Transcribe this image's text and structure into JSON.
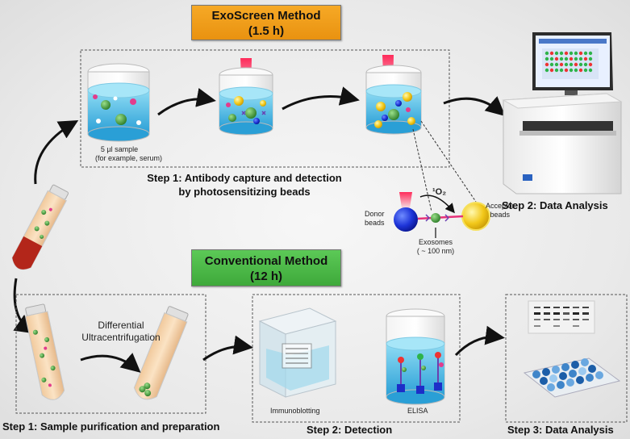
{
  "exoscreen": {
    "title": "ExoScreen Method",
    "time": "(1.5 h)"
  },
  "conventional": {
    "title": "Conventional Method",
    "time": "(12 h)"
  },
  "exo_steps": {
    "sample_label_1": "5 µl sample",
    "sample_label_2": "(for example, serum)",
    "step1_line1": "Step 1: Antibody capture and detection",
    "step1_line2": "by photosensitizing beads",
    "step2": "Step 2: Data Analysis"
  },
  "inset": {
    "donor_1": "Donor",
    "donor_2": "beads",
    "singlet": "¹O₂",
    "acceptor_1": "Acceptor",
    "acceptor_2": "beads",
    "exosomes_1": "Exosomes",
    "exosomes_2": "( ~ 100 nm)"
  },
  "conv_steps": {
    "diff_1": "Differential",
    "diff_2": "Ultracentrifugation",
    "step1": "Step 1: Sample purification and preparation",
    "immuno": "Immunoblotting",
    "elisa": "ELISA",
    "step2": "Step 2: Detection",
    "step3": "Step 3: Data Analysis"
  },
  "colors": {
    "exo_box": "#f0a01c",
    "conv_box": "#4bb847",
    "liquid": "#5fc4e8",
    "sample_red": "#c0281c"
  }
}
